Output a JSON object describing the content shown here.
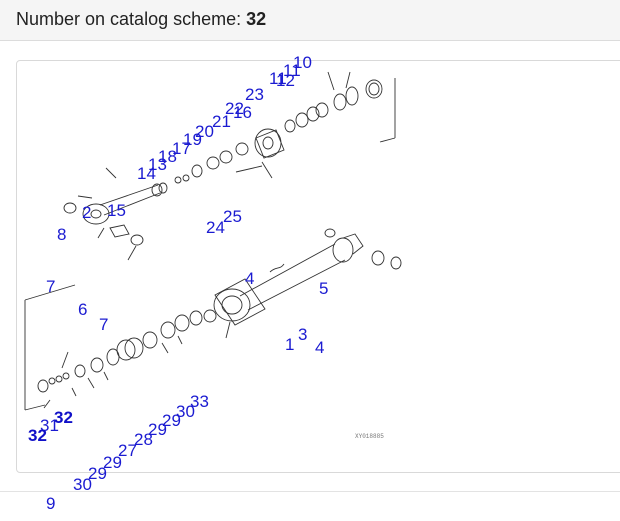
{
  "header": {
    "prefix": "Number on catalog scheme: ",
    "value": "32"
  },
  "scheme": {
    "code": "XY018885"
  },
  "labels": [
    {
      "id": "10",
      "text": "10"
    },
    {
      "id": "11a",
      "text": "11"
    },
    {
      "id": "11b",
      "text": "11"
    },
    {
      "id": "12",
      "text": "12"
    },
    {
      "id": "23",
      "text": "23"
    },
    {
      "id": "22",
      "text": "22"
    },
    {
      "id": "16",
      "text": "16"
    },
    {
      "id": "21",
      "text": "21"
    },
    {
      "id": "20",
      "text": "20"
    },
    {
      "id": "19",
      "text": "19"
    },
    {
      "id": "17",
      "text": "17"
    },
    {
      "id": "18",
      "text": "18"
    },
    {
      "id": "13",
      "text": "13"
    },
    {
      "id": "14",
      "text": "14"
    },
    {
      "id": "2",
      "text": "2"
    },
    {
      "id": "15",
      "text": "15"
    },
    {
      "id": "8",
      "text": "8"
    },
    {
      "id": "24",
      "text": "24"
    },
    {
      "id": "25",
      "text": "25"
    },
    {
      "id": "4a",
      "text": "4"
    },
    {
      "id": "5",
      "text": "5"
    },
    {
      "id": "7a",
      "text": "7"
    },
    {
      "id": "6",
      "text": "6"
    },
    {
      "id": "7b",
      "text": "7"
    },
    {
      "id": "1",
      "text": "1"
    },
    {
      "id": "3",
      "text": "3"
    },
    {
      "id": "4b",
      "text": "4"
    },
    {
      "id": "33",
      "text": "33"
    },
    {
      "id": "30a",
      "text": "30"
    },
    {
      "id": "29a",
      "text": "29"
    },
    {
      "id": "29b",
      "text": "29"
    },
    {
      "id": "28",
      "text": "28"
    },
    {
      "id": "27",
      "text": "27"
    },
    {
      "id": "29c",
      "text": "29"
    },
    {
      "id": "29d",
      "text": "29"
    },
    {
      "id": "30b",
      "text": "30"
    },
    {
      "id": "31",
      "text": "31"
    },
    {
      "id": "32a",
      "text": "32"
    },
    {
      "id": "32b",
      "text": "32"
    },
    {
      "id": "9",
      "text": "9"
    }
  ]
}
